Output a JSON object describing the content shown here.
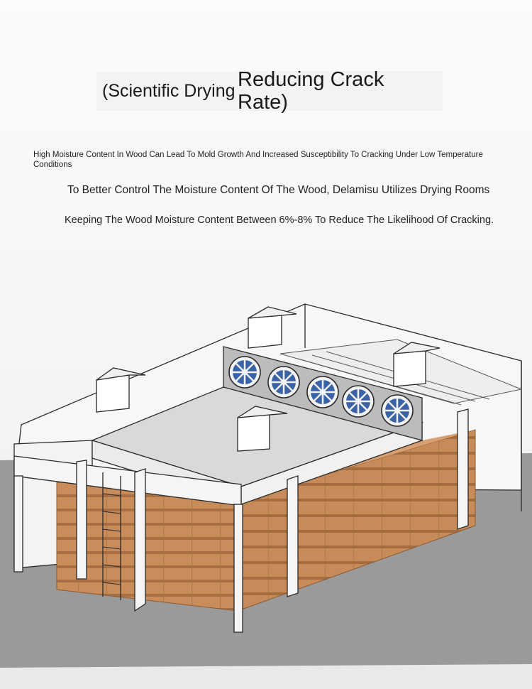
{
  "heading": {
    "left": "(Scientific Drying",
    "right": "Reducing Crack Rate)"
  },
  "paragraphs": {
    "mold_warning": "High Moisture Content In Wood Can Lead To Mold Growth And Increased Susceptibility To Cracking Under Low Temperature Conditions",
    "drying_rooms": "To Better Control The Moisture Content Of The Wood, Delamisu Utilizes Drying Rooms",
    "moisture_range": "Keeping The Wood Moisture Content Between 6%-8% To Reduce The Likelihood Of Cracking."
  },
  "illustration": {
    "subject": "drying-room-with-stacked-lumber",
    "fan_count": 5,
    "colors": {
      "wood": "#c98d5c",
      "wood_dark": "#a86f43",
      "fan_blade": "#3a62a7",
      "floor": "#9a9a9a",
      "outline": "#2a2a2a"
    }
  }
}
